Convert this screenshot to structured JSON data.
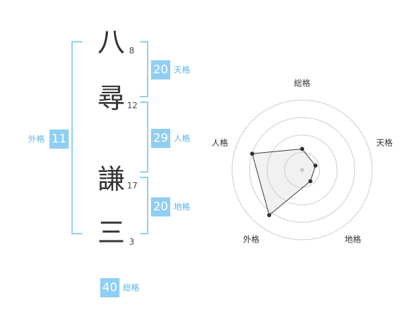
{
  "name": {
    "chars": [
      {
        "char": "八",
        "strokes": "8"
      },
      {
        "char": "尋",
        "strokes": "12"
      },
      {
        "char": "謙",
        "strokes": "17"
      },
      {
        "char": "三",
        "strokes": "3"
      }
    ]
  },
  "kaku": {
    "tenkaku": {
      "value": "20",
      "label": "天格"
    },
    "jinkaku": {
      "value": "29",
      "label": "人格"
    },
    "chikaku": {
      "value": "20",
      "label": "地格"
    },
    "gaikaku": {
      "value": "11",
      "label": "外格"
    },
    "soukaku": {
      "value": "40",
      "label": "総格"
    }
  },
  "colors": {
    "accent": "#90cff3",
    "accent_text": "#5ab4e6",
    "text": "#333333"
  },
  "chart_data": {
    "type": "radar",
    "axes": [
      "総格",
      "天格",
      "地格",
      "外格",
      "人格"
    ],
    "values": [
      0.3,
      0.2,
      0.2,
      0.8,
      0.75
    ],
    "range": [
      0,
      1
    ],
    "rings": 4
  }
}
